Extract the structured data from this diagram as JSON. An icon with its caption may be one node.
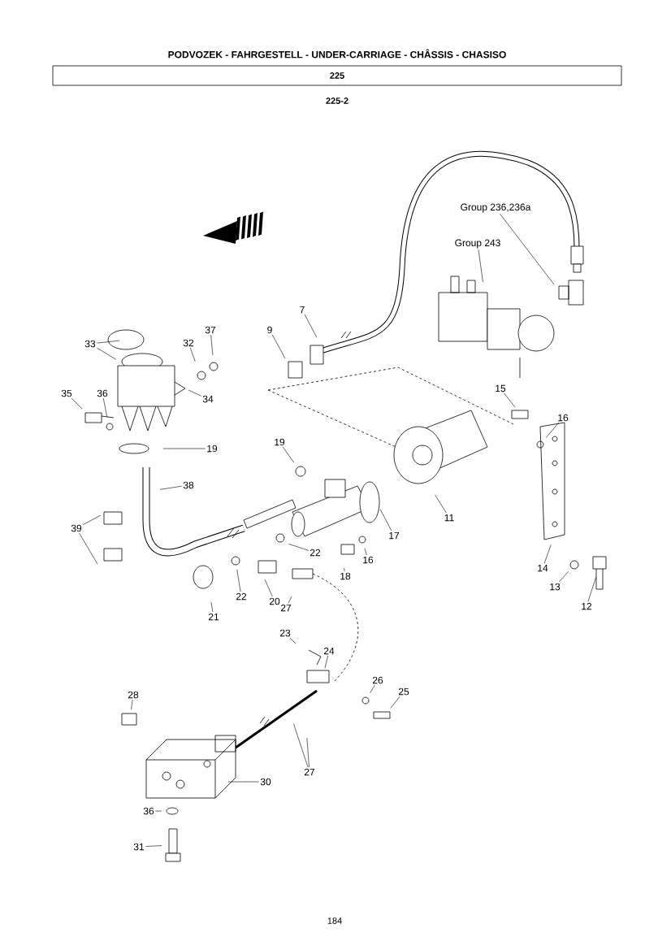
{
  "diagram": {
    "title": "PODVOZEK - FAHRGESTELL - UNDER-CARRIAGE - CHÂSSIS - CHASISO",
    "nodes": [
      {
        "text": [
          "225"
        ]
      },
      {
        "text": [
          "Group 236,236a"
        ]
      },
      {
        "text": [
          "Group 243"
        ]
      },
      {
        "text": [
          "7"
        ]
      },
      {
        "text": [
          "37"
        ]
      },
      {
        "text": [
          "9"
        ]
      },
      {
        "text": [
          "33"
        ]
      },
      {
        "text": [
          "32"
        ]
      },
      {
        "text": [
          "36"
        ]
      },
      {
        "text": [
          "34"
        ]
      },
      {
        "text": [
          "35"
        ]
      },
      {
        "text": [
          "15"
        ]
      },
      {
        "text": [
          "16"
        ]
      },
      {
        "text": [
          "19"
        ]
      },
      {
        "text": [
          "19"
        ]
      },
      {
        "text": [
          "38"
        ]
      },
      {
        "text": [
          "11"
        ]
      },
      {
        "text": [
          "39"
        ]
      },
      {
        "text": [
          "17"
        ]
      },
      {
        "text": [
          "22"
        ]
      },
      {
        "text": [
          "16"
        ]
      },
      {
        "text": [
          "14"
        ]
      },
      {
        "text": [
          "18"
        ]
      },
      {
        "text": [
          "20"
        ]
      },
      {
        "text": [
          "13"
        ]
      },
      {
        "text": [
          "22"
        ]
      },
      {
        "text": [
          "12"
        ]
      },
      {
        "text": [
          "27"
        ]
      },
      {
        "text": [
          "21"
        ]
      },
      {
        "text": [
          "23"
        ]
      },
      {
        "text": [
          "24"
        ]
      },
      {
        "text": [
          "26"
        ]
      },
      {
        "text": [
          "25"
        ]
      },
      {
        "text": [
          "28"
        ]
      },
      {
        "text": [
          "27"
        ]
      },
      {
        "text": [
          "30"
        ]
      },
      {
        "text": [
          "36"
        ]
      },
      {
        "text": [
          "31"
        ]
      }
    ],
    "edges": [
      {
        "from": 1,
        "to": null,
        "arrow": "none"
      },
      {
        "from": 2,
        "to": null,
        "arrow": "none"
      },
      {
        "from": 3,
        "to": null,
        "arrow": "none"
      },
      {
        "from": 4,
        "to": null,
        "arrow": "none"
      },
      {
        "from": 5,
        "to": null,
        "arrow": "none"
      },
      {
        "from": 6,
        "to": null,
        "arrow": "none"
      },
      {
        "from": 6,
        "to": null,
        "arrow": "none"
      },
      {
        "from": 7,
        "to": null,
        "arrow": "none"
      },
      {
        "from": 8,
        "to": null,
        "arrow": "none"
      },
      {
        "from": 9,
        "to": null,
        "arrow": "none"
      },
      {
        "from": 10,
        "to": null,
        "arrow": "none"
      },
      {
        "from": 11,
        "to": null,
        "arrow": "none"
      },
      {
        "from": 12,
        "to": null,
        "arrow": "none"
      },
      {
        "from": 13,
        "to": null,
        "arrow": "none"
      },
      {
        "from": 14,
        "to": null,
        "arrow": "none"
      },
      {
        "from": 15,
        "to": null,
        "arrow": "none"
      },
      {
        "from": 16,
        "to": null,
        "arrow": "none"
      },
      {
        "from": 17,
        "to": null,
        "arrow": "none"
      },
      {
        "from": 17,
        "to": null,
        "arrow": "none"
      },
      {
        "from": 18,
        "to": null,
        "arrow": "none"
      },
      {
        "from": 19,
        "to": null,
        "arrow": "none"
      },
      {
        "from": 20,
        "to": null,
        "arrow": "none"
      },
      {
        "from": 21,
        "to": null,
        "arrow": "none"
      },
      {
        "from": 22,
        "to": null,
        "arrow": "none"
      },
      {
        "from": 23,
        "to": null,
        "arrow": "none"
      },
      {
        "from": 24,
        "to": null,
        "arrow": "none"
      },
      {
        "from": 25,
        "to": null,
        "arrow": "none"
      },
      {
        "from": 26,
        "to": null,
        "arrow": "none"
      },
      {
        "from": 27,
        "to": null,
        "arrow": "none"
      },
      {
        "from": 28,
        "to": null,
        "arrow": "none"
      },
      {
        "from": 29,
        "to": null,
        "arrow": "none"
      },
      {
        "from": 30,
        "to": null,
        "arrow": "none"
      },
      {
        "from": 31,
        "to": null,
        "arrow": "none"
      },
      {
        "from": 32,
        "to": null,
        "arrow": "none"
      },
      {
        "from": 33,
        "to": null,
        "arrow": "none"
      },
      {
        "from": 34,
        "to": null,
        "arrow": "none"
      },
      {
        "from": 34,
        "to": null,
        "arrow": "none"
      },
      {
        "from": 35,
        "to": null,
        "arrow": "none"
      },
      {
        "from": 36,
        "to": null,
        "arrow": "none"
      },
      {
        "from": 37,
        "to": null,
        "arrow": "none"
      }
    ],
    "labels": [
      "225-2",
      "184"
    ]
  }
}
